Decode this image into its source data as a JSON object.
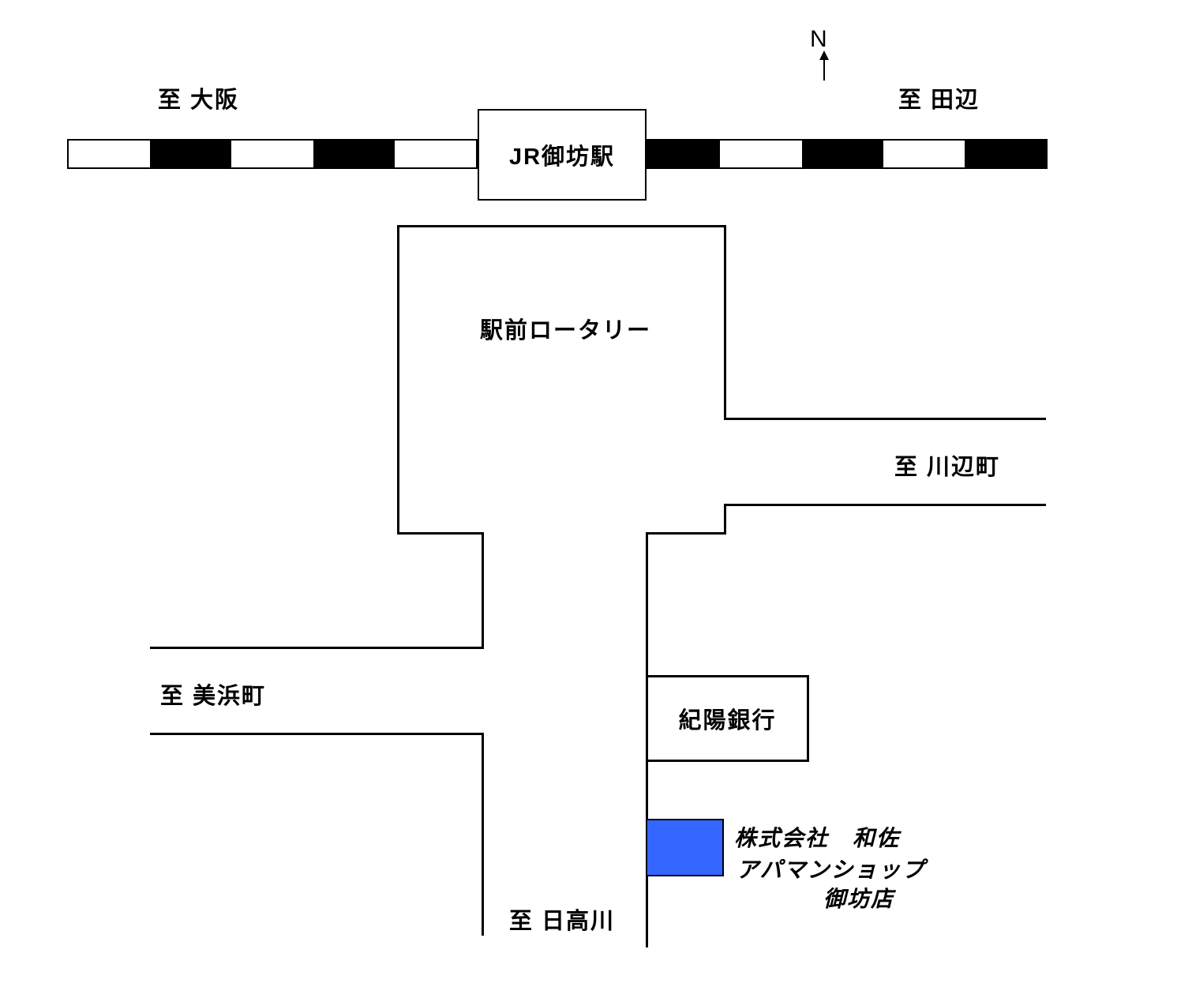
{
  "map": {
    "compass": {
      "label": "N"
    },
    "labels": {
      "to_osaka": "至 大阪",
      "to_tanabe": "至 田辺",
      "station": "JR御坊駅",
      "rotary": "駅前ロータリー",
      "to_kawabe": "至 川辺町",
      "to_mihama": "至 美浜町",
      "bank": "紀陽銀行",
      "to_hidakagawa": "至 日高川",
      "shop_line1": "株式会社　和佐",
      "shop_line2": "アパマンショップ",
      "shop_line3": "御坊店"
    },
    "colors": {
      "shop_fill": "#3366FF",
      "line": "#000000",
      "background": "#FFFFFF"
    },
    "railway": {
      "stripe_colors": [
        "#FFFFFF",
        "#000000",
        "#FFFFFF",
        "#000000",
        "#FFFFFF",
        "#000000",
        "#FFFFFF",
        "#000000",
        "#FFFFFF",
        "#000000",
        "#FFFFFF",
        "#000000"
      ]
    }
  }
}
